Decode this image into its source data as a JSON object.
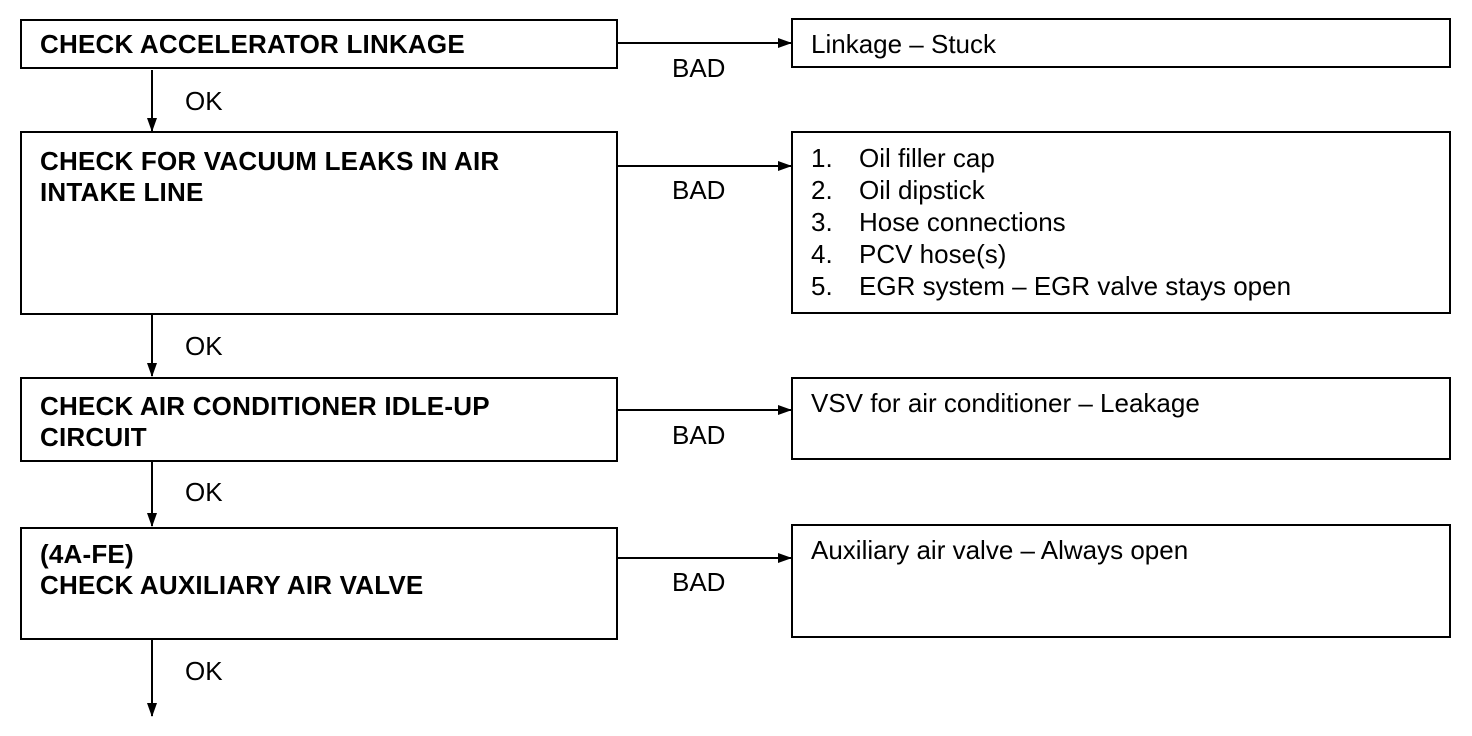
{
  "flow": {
    "steps": [
      {
        "check": [
          "CHECK ACCELERATOR LINKAGE"
        ],
        "bad_label": "BAD",
        "result": [
          "Linkage – Stuck"
        ],
        "ok_label": "OK"
      },
      {
        "check": [
          "CHECK FOR VACUUM LEAKS IN AIR",
          "INTAKE LINE"
        ],
        "bad_label": "BAD",
        "result_list": [
          {
            "num": "1.",
            "text": "Oil filler cap"
          },
          {
            "num": "2.",
            "text": "Oil dipstick"
          },
          {
            "num": "3.",
            "text": "Hose connections"
          },
          {
            "num": "4.",
            "text": "PCV hose(s)"
          },
          {
            "num": "5.",
            "text": "EGR system – EGR valve stays open"
          }
        ],
        "ok_label": "OK"
      },
      {
        "check": [
          "CHECK AIR CONDITIONER IDLE-UP",
          "CIRCUIT"
        ],
        "bad_label": "BAD",
        "result": [
          "VSV for air conditioner – Leakage"
        ],
        "ok_label": "OK"
      },
      {
        "check": [
          "(4A-FE)",
          "CHECK AUXILIARY AIR VALVE"
        ],
        "bad_label": "BAD",
        "result": [
          "Auxiliary air valve – Always open"
        ],
        "ok_label": "OK"
      }
    ]
  }
}
